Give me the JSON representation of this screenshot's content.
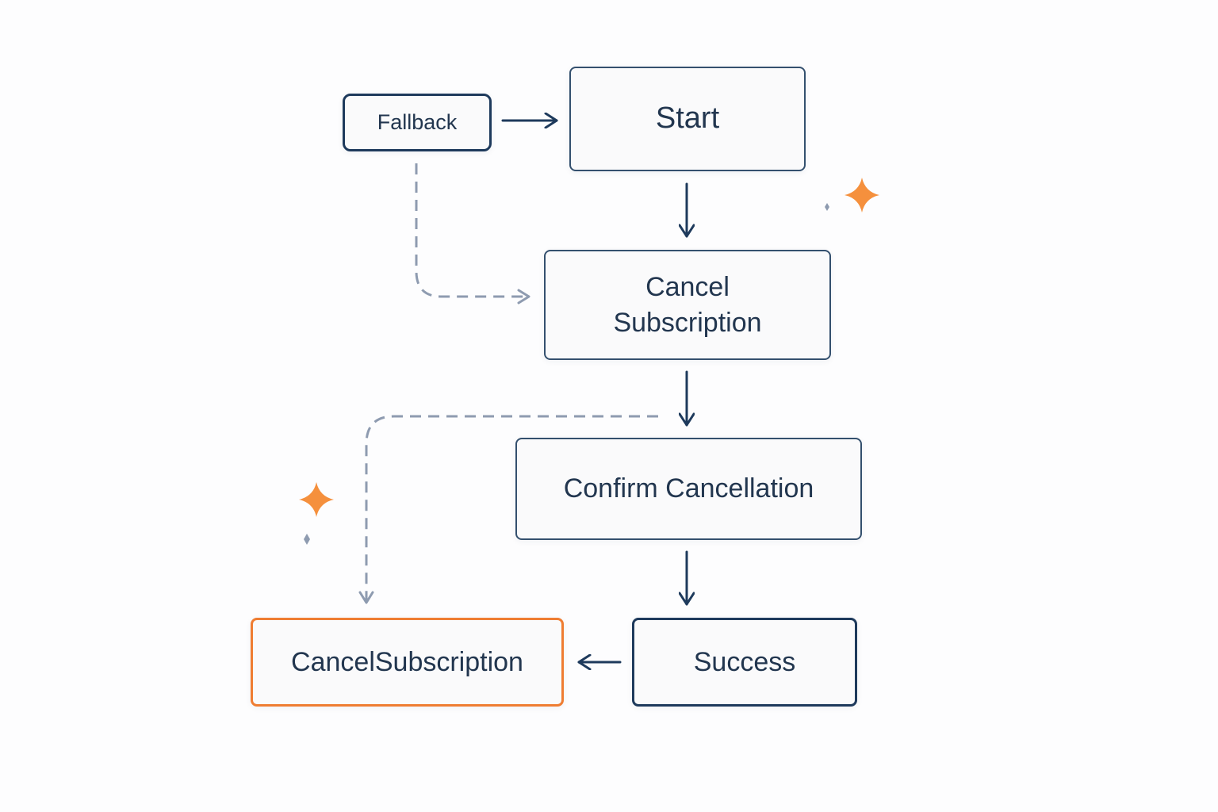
{
  "nodes": {
    "fallback": {
      "label": "Fallback"
    },
    "start": {
      "label": "Start"
    },
    "cancel_subscription": {
      "line1": "Cancel",
      "line2": "Subscription"
    },
    "confirm_cancellation": {
      "label": "Confirm Cancellation"
    },
    "success": {
      "label": "Success"
    },
    "cancelsubscription_final": {
      "label": "CancelSubscription"
    }
  },
  "edges": [
    {
      "from": "fallback",
      "to": "start",
      "style": "solid"
    },
    {
      "from": "start",
      "to": "cancel_subscription",
      "style": "solid"
    },
    {
      "from": "fallback",
      "to": "cancel_subscription",
      "style": "dashed"
    },
    {
      "from": "cancel_subscription",
      "to": "confirm_cancellation",
      "style": "solid"
    },
    {
      "from": "cancel_subscription",
      "to": "cancelsubscription_final",
      "style": "dashed"
    },
    {
      "from": "confirm_cancellation",
      "to": "success",
      "style": "solid"
    },
    {
      "from": "success",
      "to": "cancelsubscription_final",
      "style": "solid"
    }
  ],
  "colors": {
    "node_border": "#34506e",
    "solid_edge": "#1e3a5c",
    "dashed_edge": "#8e9bb0",
    "highlight": "#ef7d32",
    "sparkle": "#f5903d",
    "text": "#22364f"
  },
  "decorations": [
    "sparkle-icon",
    "sparkle-icon",
    "dot-icon",
    "dot-icon"
  ]
}
